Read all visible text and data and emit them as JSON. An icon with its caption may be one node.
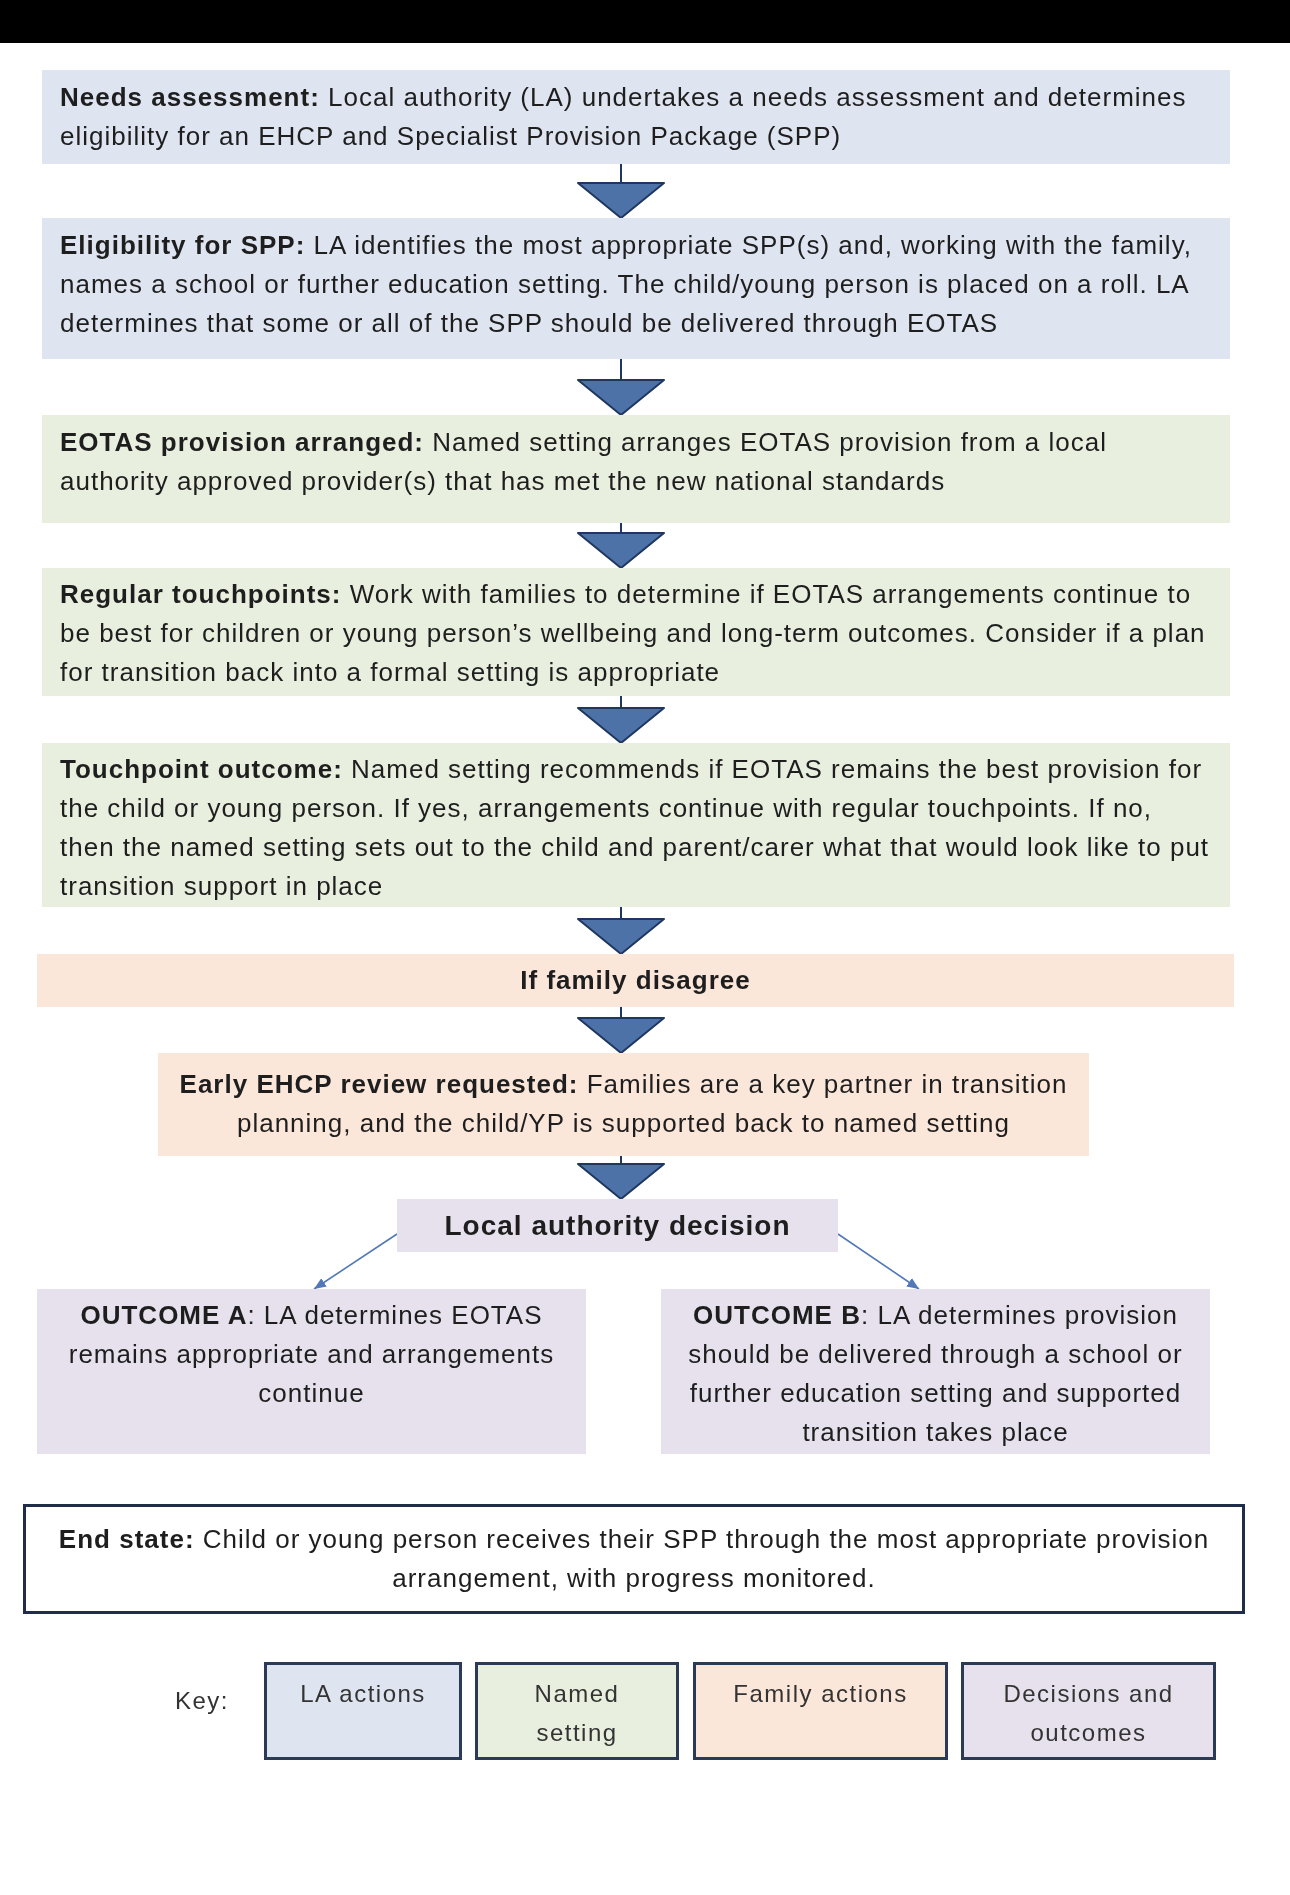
{
  "diagram": {
    "nodes": [
      {
        "text": [
          "**Needs assessment:** Local authority (LA) undertakes a needs assessment and determines eligibility for an EHCP and Specialist Provision Package (SPP)"
        ]
      },
      {
        "text": [
          "**Eligibility for SPP:** LA identifies the most appropriate SPP(s) and, working with the family, names a school or further education setting. The child/young person is placed on a roll. LA determines that some or all of the SPP should be delivered through EOTAS"
        ]
      },
      {
        "text": [
          "**EOTAS provision arranged:** Named setting arranges EOTAS provision from a local authority approved provider(s) that has met the new national standards"
        ]
      },
      {
        "text": [
          "**Regular touchpoints:** Work with families to determine if EOTAS arrangements continue to be best for children or young person’s wellbeing and long-term outcomes. Consider if a plan for transition back into a formal setting is appropriate"
        ]
      },
      {
        "text": [
          "**Touchpoint outcome:** Named setting recommends if EOTAS remains the best provision for the child or young person. If yes, arrangements continue with regular touchpoints. If no, then the named setting sets out to the child and parent/carer what that would look like to put transition support in place"
        ]
      },
      {
        "text": [
          "If family disagree"
        ]
      },
      {
        "text": [
          "**Early EHCP review requested:** Families are a key partner in transition planning, and the child/YP is supported back to named setting"
        ]
      },
      {
        "text": [
          "Local authority decision"
        ]
      },
      {
        "text": [
          "**OUTCOME A**: LA determines EOTAS remains appropriate and arrangements continue"
        ]
      },
      {
        "text": [
          "**OUTCOME B**: LA determines provision should be delivered through a school or further education setting and supported transition takes place"
        ]
      },
      {
        "text": [
          "**End state:** Child or young person receives their SPP through the most appropriate provision arrangement, with progress monitored."
        ]
      }
    ],
    "edges": [
      {
        "from": 0,
        "to": 1,
        "arrow": "to"
      },
      {
        "from": 1,
        "to": 2,
        "arrow": "to"
      },
      {
        "from": 2,
        "to": 3,
        "arrow": "to"
      },
      {
        "from": 3,
        "to": 4,
        "arrow": "to"
      },
      {
        "from": 4,
        "to": 5,
        "arrow": "to"
      },
      {
        "from": 5,
        "to": 6,
        "arrow": "to"
      },
      {
        "from": 6,
        "to": 7,
        "arrow": "to"
      },
      {
        "from": 7,
        "to": 8,
        "arrow": "to"
      },
      {
        "from": 7,
        "to": 9,
        "arrow": "to"
      }
    ],
    "labels": [
      "Key:"
    ],
    "legend": [
      {
        "text": "LA actions",
        "color": "#dfe4f1"
      },
      {
        "text": "Named setting",
        "color": "#e8efdf"
      },
      {
        "text": "Family actions",
        "color": "#fbe6da"
      },
      {
        "text": "Decisions and outcomes",
        "color": "#e6e1ec"
      }
    ]
  }
}
